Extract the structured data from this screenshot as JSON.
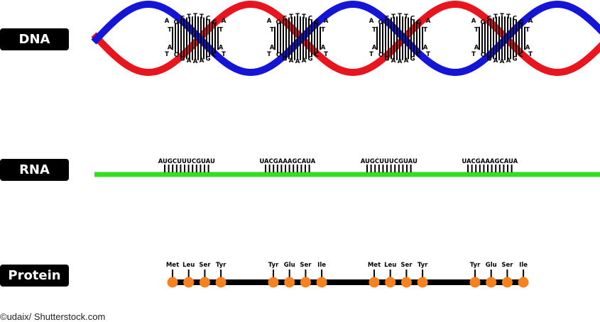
{
  "labels": {
    "dna": "DNA",
    "rna": "RNA",
    "protein": "Protein"
  },
  "dna": {
    "top_strand": [
      "T",
      "G",
      "C",
      "T",
      "T",
      "T",
      "C",
      "G",
      "T"
    ],
    "bottom_strand": [
      "A",
      "C",
      "G",
      "A",
      "A",
      "A",
      "G",
      "C",
      "A"
    ],
    "left_pair": [
      "A",
      "T"
    ],
    "right_pair": [
      "A",
      "T"
    ],
    "segment_count": 4,
    "strand_colors": {
      "strand_a": "#e8141e",
      "strand_b": "#1515d8"
    }
  },
  "rna": {
    "codons": [
      "AUGCUUUCGUAU",
      "UACGAAAGCAUA",
      "AUGCUUUCGUAU",
      "UACGAAAGCAUA"
    ],
    "backbone_color": "#33dd22"
  },
  "protein": {
    "groups": [
      [
        "Met",
        "Leu",
        "Ser",
        "Tyr"
      ],
      [
        "Tyr",
        "Glu",
        "Ser",
        "Ile"
      ],
      [
        "Met",
        "Leu",
        "Ser",
        "Tyr"
      ],
      [
        "Tyr",
        "Glu",
        "Ser",
        "Ile"
      ]
    ],
    "bead_color": "#f5821f",
    "chain_color": "#000000"
  },
  "credit": "©udaix/ Shutterstock.com"
}
